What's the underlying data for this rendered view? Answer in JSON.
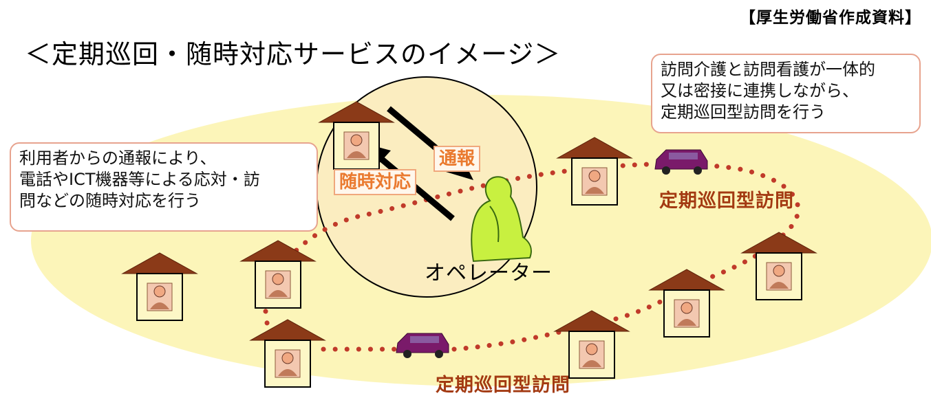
{
  "source_note": "【厚生労働省作成資料】",
  "heading": "＜定期巡回・随時対応サービスのイメージ＞",
  "callouts": {
    "left": [
      "利用者からの通報により、",
      "電話やICT機器等による応対・訪",
      "問などの随時対応を行う"
    ],
    "right": [
      "訪問介護と訪問看護が一体的",
      "又は密接に連携しながら、",
      "定期巡回型訪問を行う"
    ]
  },
  "labels": {
    "report": "通報",
    "on_demand": "随時対応",
    "operator": "オペレーター",
    "patrol_upper": "定期巡回型訪問",
    "patrol_lower": "定期巡回型訪問"
  },
  "colors": {
    "area_fill": "#fcf5b9",
    "roof": "#8b3a18",
    "house_wall": "#fdf7c6",
    "route_dots": "#c03a2a",
    "car": "#7a1a6a",
    "operator_figure": "#c8f040",
    "tag_text": "#ea7a2f",
    "callout_border": "#e7a38e"
  }
}
